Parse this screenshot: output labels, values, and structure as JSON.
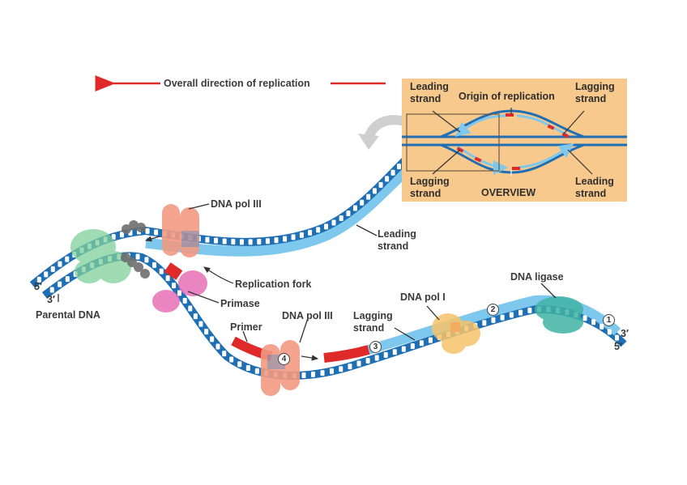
{
  "direction": {
    "label": "Overall direction of replication"
  },
  "overview": {
    "title": "OVERVIEW",
    "leading_strand_tl": "Leading\nstrand",
    "origin": "Origin of replication",
    "lagging_strand_tr": "Lagging\nstrand",
    "lagging_strand_bl": "Lagging\nstrand",
    "leading_strand_br": "Leading\nstrand"
  },
  "labels": {
    "dna_pol_iii_top": "DNA pol III",
    "leading_strand": [
      "Leading",
      "strand"
    ],
    "replication_fork": "Replication fork",
    "primase": "Primase",
    "prime_5": "5′",
    "prime_3_left": "3′",
    "parental_dna": "Parental DNA",
    "primer": "Primer",
    "dna_pol_iii_bottom": "DNA pol III",
    "lagging_strand": [
      "Lagging",
      "strand"
    ],
    "dna_pol_i": "DNA pol I",
    "dna_ligase": "DNA ligase",
    "prime_3_right": "3′",
    "prime_5_right": "5′"
  },
  "steps": [
    "1",
    "2",
    "3",
    "4"
  ],
  "colors": {
    "parental_strand": "#1f6fb5",
    "new_strand": "#7ec8ee",
    "primer": "#e02a2a",
    "overview_bg": "#f8c98d",
    "dna_pol_iii": "#f29a82",
    "primase": "#e870b8",
    "helicase": "#7fcf9a",
    "topoisomerase": "#7a7a7a",
    "dna_pol_i": "#f7c46a",
    "dna_ligase": "#3fb3a3",
    "direction_arrow": "#e02a2a"
  }
}
